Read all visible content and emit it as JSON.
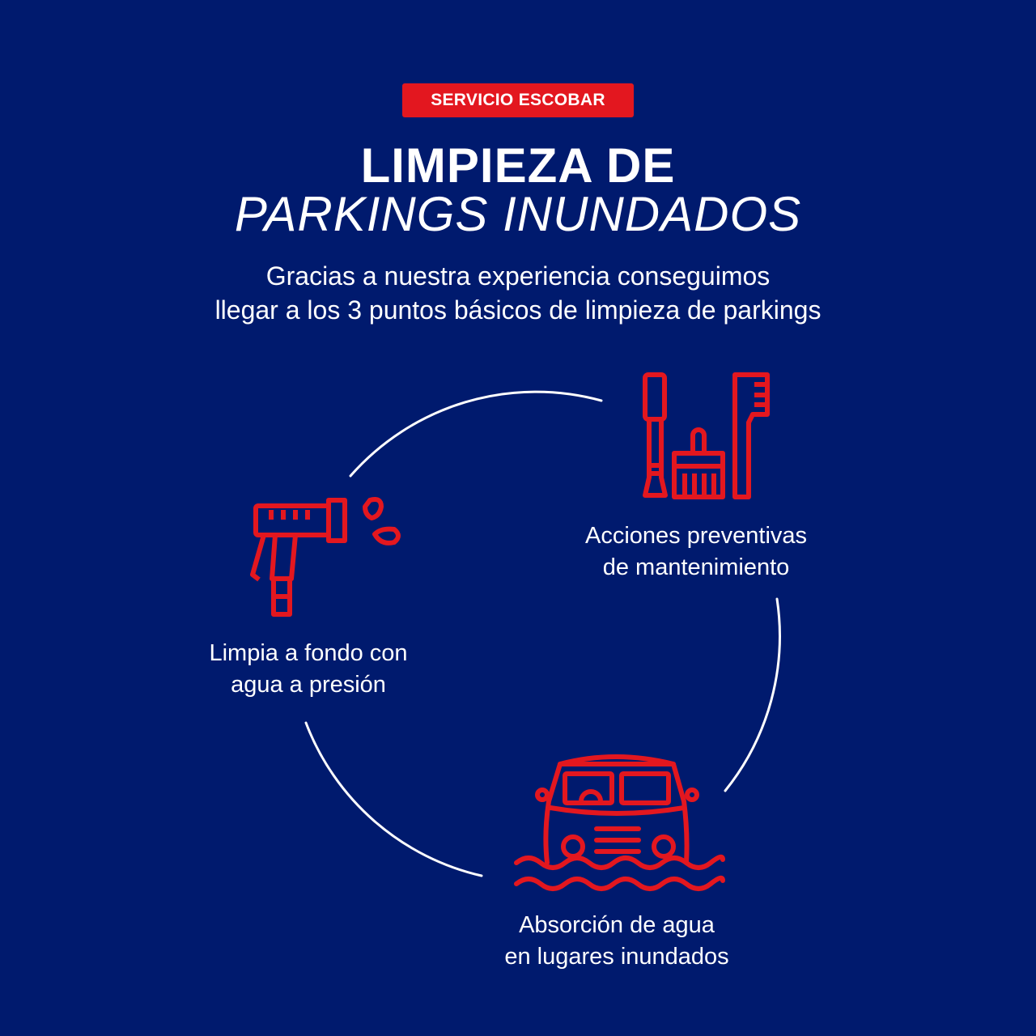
{
  "badge": "SERVICIO ESCOBAR",
  "title_line1": "LIMPIEZA DE",
  "title_line2": "PARKINGS INUNDADOS",
  "subtitle_line1": "Gracias a nuestra experiencia conseguimos",
  "subtitle_line2": "llegar a los 3 puntos básicos de limpieza de parkings",
  "steps": [
    {
      "icon": "brushes-icon",
      "line1": "Acciones preventivas",
      "line2": "de mantenimiento"
    },
    {
      "icon": "flooded-van-icon",
      "line1": "Absorción de agua",
      "line2": "en lugares inundados"
    },
    {
      "icon": "pressure-washer-icon",
      "line1": "Limpia a fondo con",
      "line2": "agua a presión"
    }
  ],
  "colors": {
    "background": "#001a6e",
    "accent": "#e3171f",
    "text": "#ffffff"
  }
}
